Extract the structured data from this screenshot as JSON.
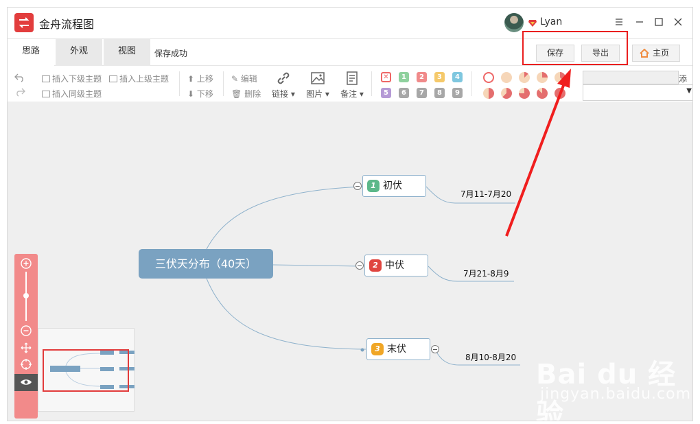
{
  "window": {
    "title": "金舟流程图",
    "user": "Lyan"
  },
  "tabs": [
    {
      "label": "思路",
      "active": true
    },
    {
      "label": "外观",
      "active": false
    },
    {
      "label": "视图",
      "active": false
    }
  ],
  "status": {
    "save": "保存成功"
  },
  "actions": {
    "save": "保存",
    "export": "导出",
    "home": "主页"
  },
  "toolbar": {
    "insert_child": "插入下级主题",
    "insert_parent": "插入上级主题",
    "insert_sibling": "插入同级主题",
    "move_up": "上移",
    "move_down": "下移",
    "edit": "编辑",
    "delete": "删除",
    "link": "链接",
    "image": "图片",
    "note": "备注",
    "add": "添加",
    "priority_numbers": [
      "1",
      "2",
      "3",
      "4",
      "5",
      "6",
      "7",
      "8",
      "9"
    ]
  },
  "mindmap": {
    "root": "三伏天分布（40天）",
    "branches": [
      {
        "badge": "1",
        "label": "初伏",
        "date": "7月11-7月20",
        "color": "#5cb88a"
      },
      {
        "badge": "2",
        "label": "中伏",
        "date": "7月21-8月9",
        "color": "#e0453f"
      },
      {
        "badge": "3",
        "label": "末伏",
        "date": "8月10-8月20",
        "color": "#f0a626"
      }
    ]
  },
  "watermark": {
    "main": "Bai du 经验",
    "sub": "jingyan.baidu.com"
  },
  "colors": {
    "accent": "#e23d3d",
    "node": "#7aa2c1",
    "annotation": "#ea1f1f"
  }
}
